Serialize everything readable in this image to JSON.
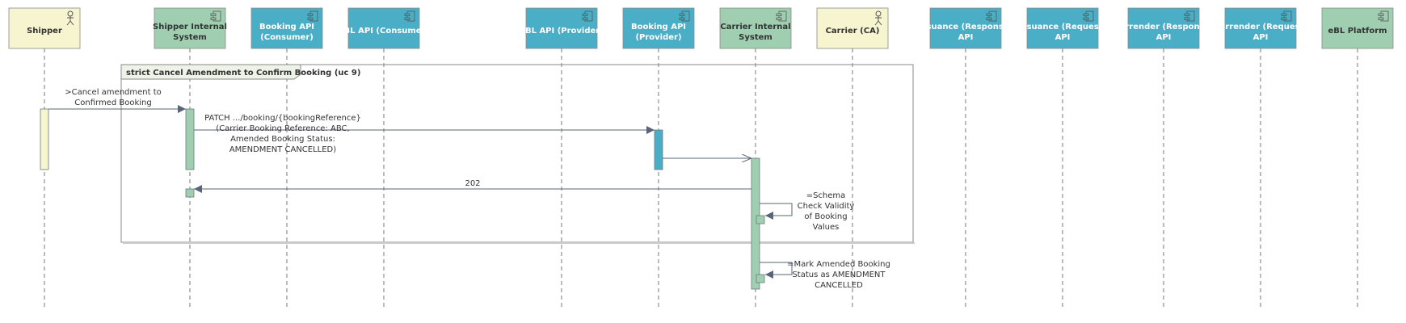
{
  "colors": {
    "actor_fill": "#f6f5cf",
    "component_fill": "#9fcfb0",
    "api_fill": "#4aaec7",
    "activation_shipper": "#f6f5cf",
    "activation_green": "#9fcfb0",
    "activation_blue": "#4aaec7",
    "line": "#5a6478",
    "frame_tab": "#eef3e8"
  },
  "participants": [
    {
      "id": "shipper",
      "name": [
        "Shipper"
      ],
      "kind": "actor",
      "icon": "actor-icon"
    },
    {
      "id": "shipper_internal",
      "name": [
        "Shipper Internal",
        "System"
      ],
      "kind": "component",
      "icon": "component-icon"
    },
    {
      "id": "booking_consumer",
      "name": [
        "Booking API",
        "(Consumer)"
      ],
      "kind": "api",
      "icon": "component-icon"
    },
    {
      "id": "ebl_consumer",
      "name": [
        "eBL API (Consumer)"
      ],
      "kind": "api",
      "icon": "component-icon"
    },
    {
      "id": "ebl_provider",
      "name": [
        "eBL API (Provider)"
      ],
      "kind": "api",
      "icon": "component-icon"
    },
    {
      "id": "booking_provider",
      "name": [
        "Booking API",
        "(Provider)"
      ],
      "kind": "api",
      "icon": "component-icon"
    },
    {
      "id": "carrier_internal",
      "name": [
        "Carrier Internal",
        "System"
      ],
      "kind": "component",
      "icon": "component-icon"
    },
    {
      "id": "carrier",
      "name": [
        "Carrier (CA)"
      ],
      "kind": "actor",
      "icon": "actor-icon"
    },
    {
      "id": "issuance_response",
      "name": [
        "Issuance (Response)",
        "API"
      ],
      "kind": "api",
      "icon": "component-icon"
    },
    {
      "id": "issuance_request",
      "name": [
        "Issuance (Request)",
        "API"
      ],
      "kind": "api",
      "icon": "component-icon"
    },
    {
      "id": "surrender_response",
      "name": [
        "Surrender (Response)",
        "API"
      ],
      "kind": "api",
      "icon": "component-icon"
    },
    {
      "id": "surrender_request",
      "name": [
        "Surrender (Request)",
        "API"
      ],
      "kind": "api",
      "icon": "component-icon"
    },
    {
      "id": "ebl_platform",
      "name": [
        "eBL Platform"
      ],
      "kind": "component",
      "icon": "component-icon"
    }
  ],
  "frame": {
    "title": "strict Cancel Amendment to Confirm Booking (uc 9)"
  },
  "messages": [
    {
      "from": "shipper",
      "to": "shipper_internal",
      "label": [
        ">Cancel amendment to",
        "Confirmed Booking"
      ],
      "type": "sync"
    },
    {
      "from": "shipper_internal",
      "to": "booking_provider",
      "label": [
        "PATCH .../booking/{bookingReference}",
        "(Carrier Booking Reference: ABC,",
        "Amended Booking Status:",
        "AMENDMENT CANCELLED)"
      ],
      "type": "sync"
    },
    {
      "from": "booking_provider",
      "to": "carrier_internal",
      "label": [],
      "type": "async"
    },
    {
      "from": "carrier_internal",
      "to": "shipper_internal",
      "label": [
        "202"
      ],
      "type": "sync"
    },
    {
      "from": "carrier_internal",
      "to": "carrier_internal",
      "label": [
        "=Schema",
        "Check Validity",
        "of Booking",
        "Values"
      ],
      "type": "self"
    },
    {
      "from": "carrier_internal",
      "to": "carrier_internal",
      "label": [
        "=Mark Amended Booking",
        "Status as AMENDMENT",
        "CANCELLED"
      ],
      "type": "self"
    }
  ]
}
